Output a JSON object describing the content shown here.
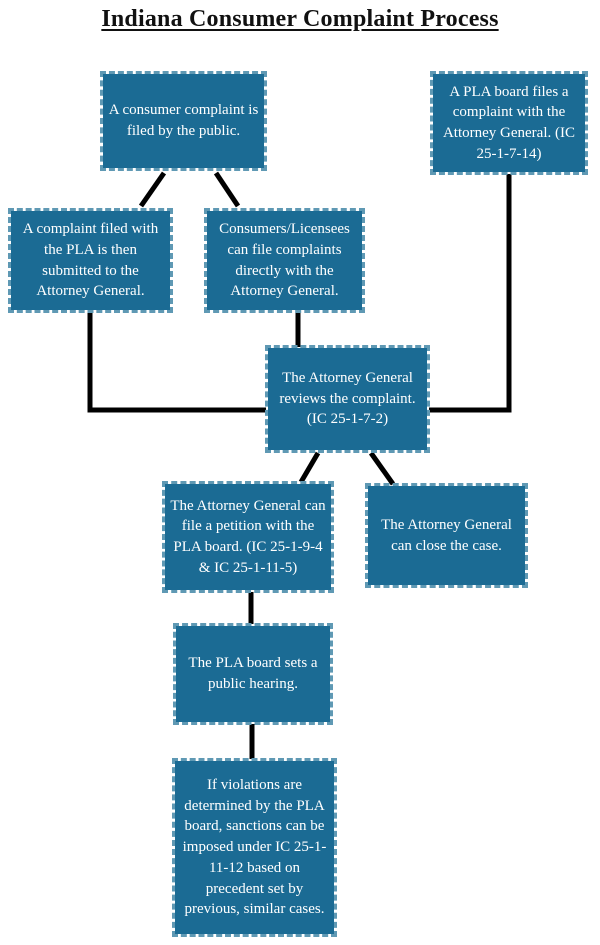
{
  "title": "Indiana Consumer Complaint Process",
  "colors": {
    "background": "#ffffff",
    "box_fill": "#1b6b94",
    "box_border": "#5f99b4",
    "box_text": "#ffffff",
    "connector": "#000000",
    "title_text": "#111111"
  },
  "nodes": [
    {
      "id": "consumer-filed",
      "text": "A consumer complaint is filed by the public."
    },
    {
      "id": "pla-board-files",
      "text": "A PLA board files a complaint with the Attorney General. (IC 25-1-7-14)"
    },
    {
      "id": "pla-submitted",
      "text": "A complaint filed with the PLA is then submitted to the Attorney General."
    },
    {
      "id": "consumers-direct",
      "text": "Consumers/Licensees can file complaints directly with the Attorney General."
    },
    {
      "id": "ag-reviews",
      "text": "The Attorney General reviews the complaint. (IC 25-1-7-2)"
    },
    {
      "id": "ag-petition",
      "text": "The Attorney General can file a petition with the PLA board. (IC 25-1-9-4 & IC 25-1-11-5)"
    },
    {
      "id": "ag-close",
      "text": "The Attorney General can close the case."
    },
    {
      "id": "board-hearing",
      "text": "The PLA board sets a public hearing."
    },
    {
      "id": "sanctions",
      "text": "If violations are determined by the PLA board, sanctions can be imposed under IC 25-1-11-12 based on precedent set by previous, similar cases."
    }
  ]
}
